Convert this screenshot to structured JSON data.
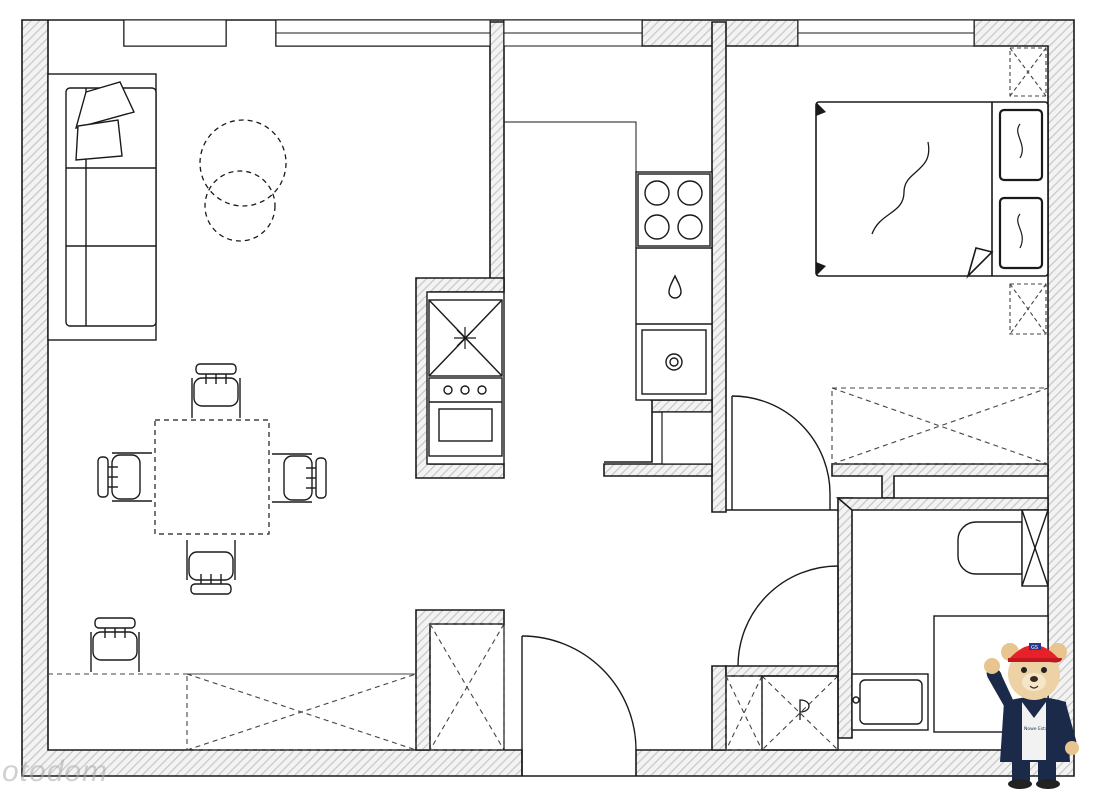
{
  "watermark": {
    "text": "otodom"
  },
  "mascot": {
    "name": "teddy-bear-mascot",
    "cap_text": "GS",
    "shirt_text": "Nowe Estates"
  },
  "colors": {
    "wall_hatch": "#cfcfcf",
    "line": "#1a1a1a",
    "dashed": "#444444",
    "cap": "#e8202a",
    "jacket": "#1c2a4a"
  },
  "icons": [
    "sofa-icon",
    "pillow-icon",
    "dining-table-icon",
    "chair-icon",
    "stove-icon",
    "sink-icon",
    "oven-icon",
    "bed-icon",
    "toilet-icon",
    "washbasin-icon",
    "door-swing-icon"
  ]
}
